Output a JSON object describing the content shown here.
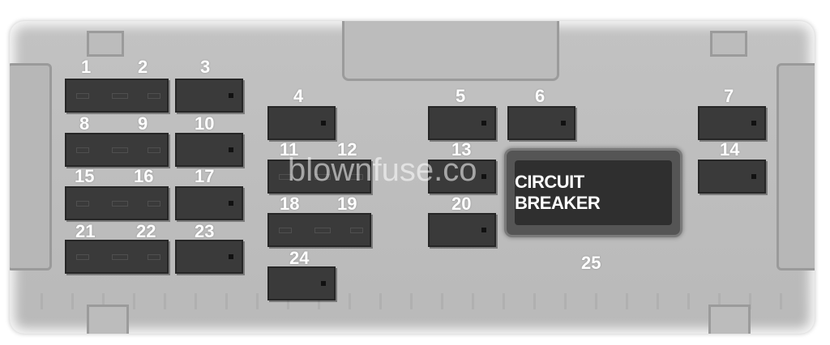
{
  "title": "",
  "fuse_numbers": [
    "1",
    "2",
    "3",
    "4",
    "5",
    "6",
    "7",
    "8",
    "9",
    "10",
    "11",
    "12",
    "13",
    "14",
    "15",
    "16",
    "17",
    "18",
    "19",
    "20",
    "21",
    "22",
    "23",
    "24",
    "25"
  ],
  "circuit_breaker_label": "CIRCUIT BREAKER",
  "watermark": "blownfuse.co",
  "colors": {
    "panel": "#bebebe",
    "fuse": "#3a3a3a",
    "text": "#ffffff"
  }
}
